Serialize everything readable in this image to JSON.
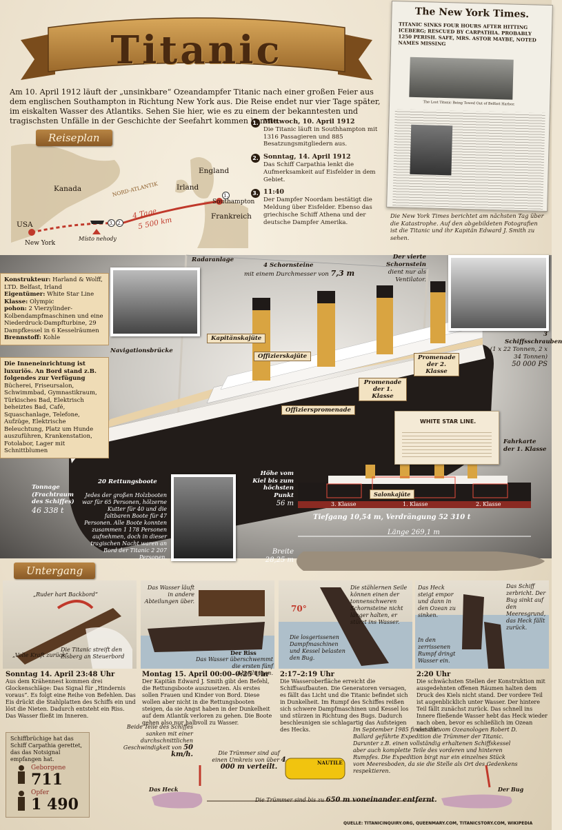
{
  "title": "Titanic",
  "intro": "Am 10. April 1912 läuft der „unsinkbare“ Ozeandampfer Titanic nach einer großen Feier aus dem englischen Southampton in Richtung New York aus. Die Reise endet nur vier Tage später, im eiskalten Wasser des Atlantiks. Sehen Sie hier, wie es zu einem der bekanntesten und tragischsten Unfälle in der Geschichte der Seefahrt kommen konnte.",
  "newspaper": {
    "name": "The New York Times.",
    "headline": "Titanic sinks four hours after hitting iceberg; rescued by Carpathia. Probably 1250 perish. Safe, Mrs. Astor maybe, noted names missing",
    "photo_caption": "The Lost Titanic Being Towed Out of Belfast Harbor.",
    "caption": "Die New York Times berichtet am nächsten Tag über die Katastrophe. Auf den abgebildeten Fotografien ist die Titanic und ihr Kapitän Edward J. Smith zu sehen."
  },
  "map": {
    "ribbon": "Reiseplan",
    "labels": {
      "canada": "Kanada",
      "atlantic": "NORD-ATLANTIK",
      "england": "England",
      "ireland": "Irland",
      "southampton": "Southampton",
      "france": "Frankreich",
      "usa": "USA",
      "newyork": "New York",
      "days": "4 Tage",
      "distance": "5 500 km",
      "sinking": "Místo nehody"
    },
    "markers": [
      "1.",
      "2.",
      "3."
    ]
  },
  "plan": [
    {
      "num": "1.",
      "head": "Mittwoch, 10. April 1912",
      "text": "Die Titanic läuft in Southhampton mit 1316 Passagieren und 885 Besatzungsmitgliedern aus."
    },
    {
      "num": "2.",
      "head": "Sonntag, 14. April 1912",
      "text": "Das Schiff Carpathia lenkt die Aufmerksamkeit auf Eisfelder in dem Gebiet."
    },
    {
      "num": "3.",
      "head": "11:40",
      "text": "Der Dampfer Noordam bestätigt die Meldung über Eisfelder. Ebenso das griechische Schiff Athena und der deutsche Dampfer Amerika."
    }
  ],
  "ship": {
    "radar": "Radaranlage",
    "funnels": "4 Schornsteine",
    "funnels_sub": "mit einem Durchmesser von",
    "funnels_val": "7,3 m",
    "fourth": "Der vierte Schornstein",
    "fourth_sub": "dient nur als Ventilator.",
    "specs": [
      {
        "k": "Konstrukteur:",
        "v": "Harland & Wolff, LTD. Belfast, Irland"
      },
      {
        "k": "Eigentümer:",
        "v": "White Star Line"
      },
      {
        "k": "Klasse:",
        "v": "Olympic"
      },
      {
        "k": "pohon:",
        "v": "2 Vierzylinder-Kolbendampfmaschinen und eine Niederdruck-Dampfturbine, 29 Dampfkessel in 6 Kesselräumen"
      },
      {
        "k": "Brennstoff:",
        "v": "Kohle"
      }
    ],
    "interior_head": "Die Inneneinrichtung ist luxuriös. An Bord stand z.B. folgendes zur Verfügung",
    "interior": "Bücherei, Friseursalon, Schwimmbad, Gymnastikraum, Türkisches Bad, Elektrisch beheiztes Bad, Café, Squaschanlage, Telefone, Aufzüge, Elektrische Beleuchtung, Platz um Hunde auszuführen, Krankenstation, Fotolabor, Lager mit Schnittblumen",
    "nav_bridge": "Navigationsbrücke",
    "tags": [
      "Kapitänskajüte",
      "Offizierskajüte",
      "Promenade der 1. Klasse",
      "Promenade der 2. Klasse",
      "Offizierspromenade"
    ],
    "screws_head": "3 Schiffsschrauben",
    "screws": "(1 x 22 Tonnen, 2 x 34 Tonnen)",
    "screws_ps": "50 000 PS",
    "ticket_company": "WHITE STAR LINE.",
    "ticket_label": "Fahrkarte der 1. Klasse",
    "boats_head": "20 Rettungsboote",
    "boats": "Jedes der großen Holzbooten war für 65 Personen, hölzerne Kutter für 40 und die faltbaren Boote für 47 Personen. Alle Boote konnten zusammen 1 178 Personen aufnehmen, doch in dieser tragischen Nacht waren an Bord der Titanic 2 207 Personen.",
    "tonnage_head": "Tonnage (Frachtraum des Schiffes)",
    "tonnage": "46 338 t",
    "height_head": "Höhe vom Kiel bis zum höchsten Punkt",
    "height": "56 m",
    "classes": [
      "3. Klasse",
      "Salonkajüte",
      "1. Klasse",
      "2. Klasse"
    ],
    "draft": "Tiefgang 10,54 m, Verdrängung 52 310 t",
    "length": "Länge 269,1 m",
    "width_head": "Breite",
    "width": "28,25 m"
  },
  "sinking": {
    "ribbon": "Untergang",
    "panels": [
      {
        "time": "Sonntag 14. April 23:48 Uhr",
        "text": "Aus dem Krähennest kommen drei Glockenschläge: Das Signal für „Hindernis voraus“. Es folgt eine Reihe von Befehlen. Das Eis drückt die Stahlplatten des Schiffs ein und löst die Nieten. Dadurch entsteht ein Riss. Das Wasser fließt im Inneren.",
        "notes": [
          "„Ruder hart Backbord“",
          "„Volle Kraft zurück“",
          "Die Titanic streift den Eisberg an Steuerbord"
        ]
      },
      {
        "time": "Montag 15. April 00:00–0:25 Uhr",
        "text": "Der Kapitän Edward J. Smith gibt den Befehl, die Rettungsboote auszusetzen. Als erstes sollen Frauen und Kinder von Bord. Diese wollen aber nicht in die Rettungsbooten steigen, da sie Angst haben in der Dunkelheit auf dem Atlantik verloren zu gehen. Die Boote gehen also nur halbvoll zu Wasser.",
        "notes": [
          "Das Wasser läuft in andere Abteilungen über.",
          "Der Riss",
          "Das Wasser überschwemmt die ersten fünf Abteilungen."
        ]
      },
      {
        "time": "2:17–2:19 Uhr",
        "text": "Die Wasseroberfläche erreicht die Schiffsaufbauten. Die Generatoren versagen, es fällt das Licht und die Titanic befindet sich in Dunkelheit. Im Rumpf des Schiffes reißen sich schwere Dampfmaschinen und Kessel los und stürzen in Richtung des Bugs. Dadurch beschleunigen sie schlagartig das Aufsteigen des Hecks.",
        "notes": [
          "Die stählernen Seile können einen der tonnenschweren Schornsteine nicht länger halten, er stürzt ins Wasser.",
          "70°",
          "Die losgerissenen Dampfmaschinen und Kessel belasten den Bug."
        ]
      },
      {
        "time": "2:20 Uhr",
        "text": "Die schwächsten Stellen der Konstruktion mit ausgedehnten offenen Räumen halten dem Druck des Kiels nicht stand. Der vordere Teil ist augenblicklich unter Wasser. Der hintere Teil fällt zunächst zurück. Das schnell ins Innere fließende Wasser hebt das Heck wieder nach oben, bevor es schließlich im Ozean versinkt.",
        "notes": [
          "Das Heck steigt empor und dann in den Ozean zu sinken.",
          "Das Schiff zerbricht. Der Bug sinkt auf den Meeresgrund, das Heck fällt zurück.",
          "In den zerrissenen Rumpf dringt Wasser ein."
        ]
      }
    ]
  },
  "survivors": {
    "text": "Schiffbrüchige hat das Schiff Carpathia gerettet, das das Notsignal empfangen hat.",
    "saved_label": "Geborgene",
    "saved": "711",
    "victims_label": "Opfer",
    "victims": "1 490"
  },
  "wreck": {
    "both_parts": "Beide Teile des Schiffes sanken mit einer durchschnittlichen Geschwindigkeit von",
    "speed": "50 km/h.",
    "debris": "Die Trümmer sind auf einen Umkreis von über",
    "debris_val": "4 000 m verteilt.",
    "stern": "Das Heck",
    "bow": "Der Bug",
    "distance": "Die Trümmer sind bis zu",
    "distance_val": "650 m voneinander entfernt.",
    "nautile": "NAUTILE",
    "expedition": "Im September 1985 findet die vom Ozeanologen Robert D. Ballard geführte Expedition die Trümmer der Titanic. Darunter z.B. einen vollständig erhaltenen Schiffskessel aber auch komplette Teile des vorderen und hinteren Rumpfes. Die Expedition birgt nur ein einzelnes Stück vom Meeresboden, da sie die Stelle als Ort des Gedenkens respektieren."
  },
  "source": "QUELLE: TITANICINQUIRY.ORG, QUEENMARY.COM, TITANICSTORY.COM, WIKIPEDIA",
  "colors": {
    "rope": "#c0392b",
    "ribbon": "#9a6a30",
    "hull": "#1f1a18",
    "funnel": "#d9a441"
  }
}
